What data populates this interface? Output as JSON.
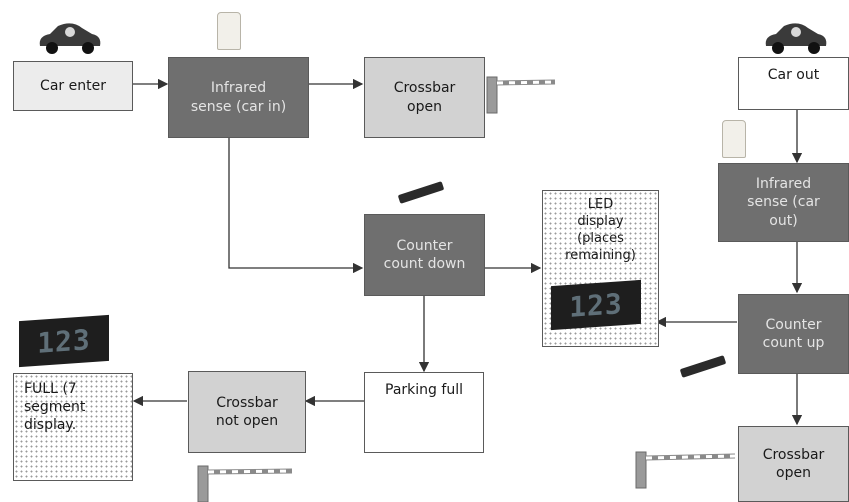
{
  "nodes": {
    "car_enter": "Car enter",
    "infrared_in": "Infrared\nsense (car in)",
    "crossbar_open_top": "Crossbar\nopen",
    "counter_down": "Counter\ncount down",
    "led_display": "LED\ndisplay\n(places\nremaining)",
    "parking_full": "Parking full",
    "crossbar_not_open": "Crossbar\nnot open",
    "full_display": "FULL (7\nsegment\ndisplay.",
    "car_out": "Car out",
    "infrared_out": "Infrared\nsense (car\nout)",
    "counter_up": "Counter\ncount up",
    "crossbar_open_bottom": "Crossbar\nopen"
  },
  "seven_segment": {
    "led_value": "123",
    "full_value": "123"
  },
  "colors": {
    "dark_box": "#6f6f6f",
    "mid_box": "#d2d2d2",
    "light_box": "#ececec",
    "arrow": "#333333"
  }
}
